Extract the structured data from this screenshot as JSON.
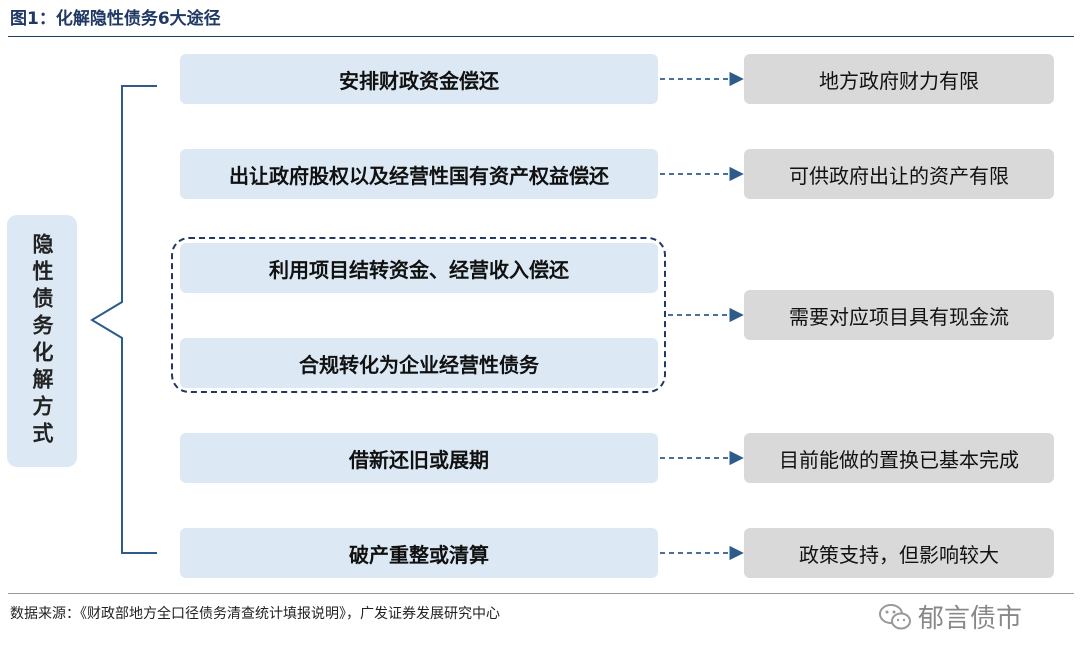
{
  "title": "图1：化解隐性债务6大途径",
  "side_label": "隐性债务化解方式",
  "left_items": [
    "安排财政资金偿还",
    "出让政府股权以及经营性国有资产权益偿还",
    "利用项目结转资金、经营收入偿还",
    "合规转化为企业经营性债务",
    "借新还旧或展期",
    "破产重整或清算"
  ],
  "right_items": [
    "地方政府财力有限",
    "可供政府出让的资产有限",
    "需要对应项目具有现金流",
    "目前能做的置换已基本完成",
    "政策支持，但影响较大"
  ],
  "source": "数据来源：《财政部地方全口径债务清查统计填报说明》，广发证券发展研究中心",
  "watermark": {
    "text": "郁言债市",
    "icon": "wechat-icon"
  },
  "colors": {
    "title": "#1f3864",
    "left_box_fill": "#dce9f5",
    "right_box_fill": "#d9d9d9",
    "connector": "#2e5c8a"
  }
}
